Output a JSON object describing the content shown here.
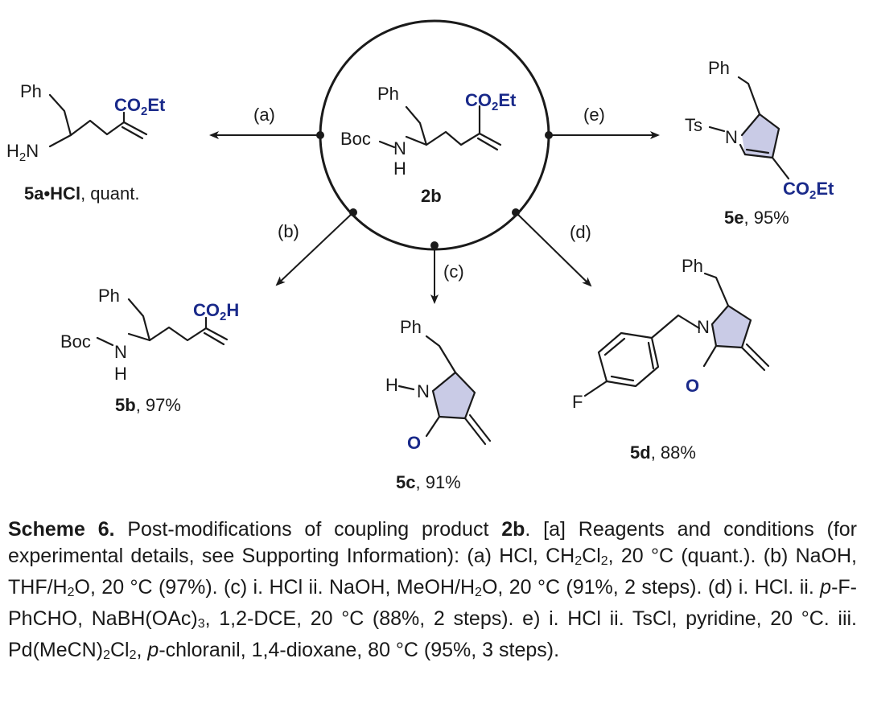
{
  "scheme": {
    "center": {
      "label": "2b",
      "ph": "Ph",
      "boc": "Boc",
      "n": "N",
      "h": "H",
      "ester_co": "CO",
      "ester_2": "2",
      "ester_et": "Et"
    },
    "conditions": {
      "a": "(a)",
      "b": "(b)",
      "c": "(c)",
      "d": "(d)",
      "e": "(e)"
    },
    "products": {
      "5a": {
        "label": "5a•HCl",
        "yield": ", quant.",
        "ph": "Ph",
        "h2n_h": "H",
        "h2n_2": "2",
        "h2n_n": "N",
        "co": "CO",
        "two": "2",
        "et": "Et"
      },
      "5b": {
        "label": "5b",
        "yield": ", 97%",
        "ph": "Ph",
        "boc": "Boc",
        "n": "N",
        "h": "H",
        "co": "CO",
        "two": "2",
        "h_end": "H"
      },
      "5c": {
        "label": "5c",
        "yield": ", 91%",
        "ph": "Ph",
        "h": "H",
        "n": "N",
        "o": "O"
      },
      "5d": {
        "label": "5d",
        "yield": ", 88%",
        "ph": "Ph",
        "n": "N",
        "o": "O",
        "f": "F"
      },
      "5e": {
        "label": "5e",
        "yield": ", 95%",
        "ph": "Ph",
        "ts": "Ts",
        "n": "N",
        "co": "CO",
        "two": "2",
        "et": "Et"
      }
    }
  },
  "caption": {
    "title": "Scheme 6.",
    "t1": " Post-modifications of coupling product ",
    "cmpd": "2b",
    "t2": ". [a] Reagents and conditions (for experimental details, see Supporting Information): (a) HCl, CH",
    "s1": "2",
    "t3": "Cl",
    "s2": "2",
    "t4": ", 20 °C (quant.). (b) NaOH, THF/H",
    "s3": "2",
    "t5": "O, 20 °C (97%). (c) i. HCl ii. NaOH, MeOH/H",
    "s4": "2",
    "t6": "O, 20 °C (91%, 2 steps). (d) i. HCl. ii. ",
    "i1": "p",
    "t7": "-F-PhCHO, NaBH(OAc)",
    "s5": "3",
    "t8": ", 1,2-DCE, 20 °C (88%, 2 steps). e) i. HCl ii. TsCl, pyridine, 20 °C. iii. Pd(MeCN)",
    "s6": "2",
    "t9": "Cl",
    "s7": "2",
    "t10": ", ",
    "i2": "p",
    "t11": "-chloranil, 1,4-dioxane, 80 °C (95%, 3 steps)."
  }
}
